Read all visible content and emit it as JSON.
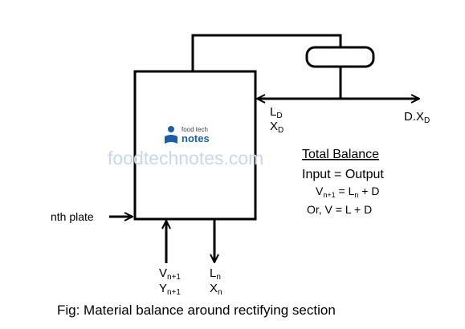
{
  "diagram": {
    "column_top_labels": {
      "l_d": "L",
      "l_d_sub": "D",
      "x_d": "X",
      "x_d_sub": "D"
    },
    "product_label": {
      "main": "D.X",
      "sub": "D"
    },
    "plate_label": "nth plate",
    "bottom_in": {
      "v": "V",
      "v_sub": "n+1",
      "y": "Y",
      "y_sub": "n+1"
    },
    "bottom_out": {
      "l": "L",
      "l_sub": "n",
      "x": "X",
      "x_sub": "n"
    }
  },
  "balance": {
    "heading": "Total Balance",
    "line1": "Input = Output",
    "line2_lhs": "V",
    "line2_lhs_sub": "n+1",
    "line2_mid": " = L",
    "line2_mid_sub": "n",
    "line2_rhs": " + D",
    "line3": "Or, V = L + D"
  },
  "watermark": {
    "logo_line1": "food tech",
    "logo_line2": "notes",
    "site": "foodtechnotes.com"
  },
  "caption": "Fig: Material balance around rectifying section",
  "colors": {
    "line": "#000000",
    "watermark_text": "#c9d7ec",
    "logo_blue": "#1d5fa7"
  }
}
